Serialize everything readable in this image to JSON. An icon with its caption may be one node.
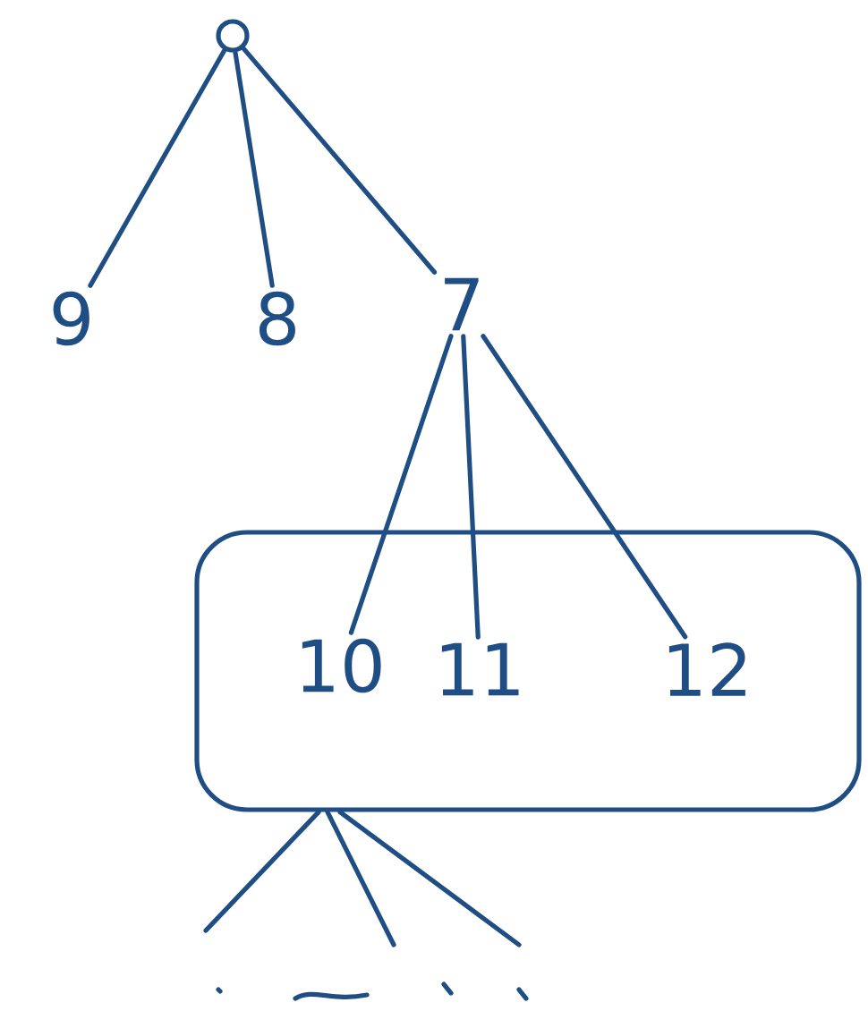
{
  "diagram": {
    "nodes": [
      {
        "text": [],
        "shape": "circle"
      },
      {
        "text": [
          "9"
        ]
      },
      {
        "text": [
          "8"
        ]
      },
      {
        "text": [
          "7"
        ]
      },
      {
        "text": [],
        "shape": "box"
      },
      {
        "text": [
          "10"
        ],
        "in": 4
      },
      {
        "text": [
          "11"
        ],
        "in": 4
      },
      {
        "text": [
          "12"
        ],
        "in": 4
      }
    ],
    "edges": [
      {
        "from": 0,
        "to": 1,
        "arrow": "none"
      },
      {
        "from": 0,
        "to": 2,
        "arrow": "none"
      },
      {
        "from": 0,
        "to": 3,
        "arrow": "none"
      },
      {
        "from": 3,
        "to": 5,
        "arrow": "none"
      },
      {
        "from": 3,
        "to": 6,
        "arrow": "none"
      },
      {
        "from": 3,
        "to": 7,
        "arrow": "none"
      },
      {
        "from": 4,
        "to": null,
        "arrow": "none"
      },
      {
        "from": 4,
        "to": null,
        "arrow": "none"
      },
      {
        "from": 4,
        "to": null,
        "arrow": "none"
      }
    ]
  }
}
